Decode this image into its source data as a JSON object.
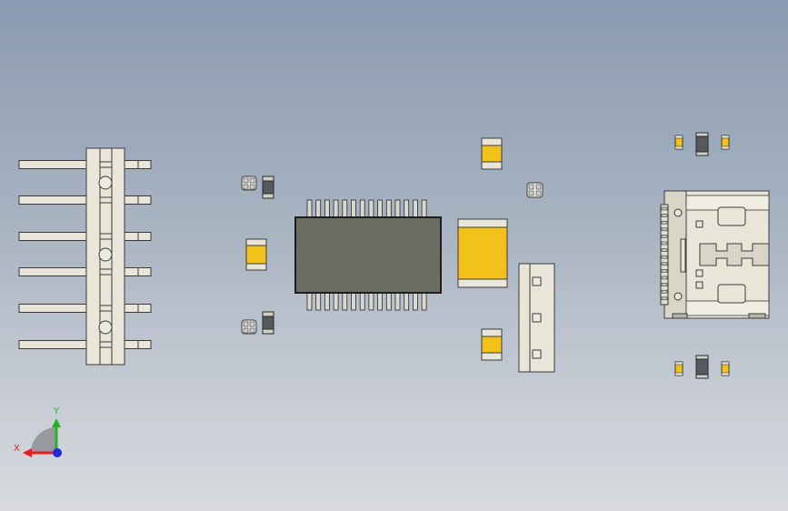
{
  "colors": {
    "background_top": "#8a9ab0",
    "background_bottom": "#d7d9dd",
    "plastic": "#e9e6d9",
    "outline": "#3a3a3a",
    "ic_body": "#6b6d63",
    "pin": "#d8d8d0",
    "tantalum": "#f2c21a",
    "resistor": "#565a5e",
    "axis_x": "#e0201a",
    "axis_y": "#22b422",
    "axis_z": "#1e2ad8"
  },
  "triad": {
    "x_label": "X",
    "y_label": "Y"
  },
  "components": {
    "pin_header": "pin-header-6",
    "soic_ic": "ssop-28-ic",
    "usb_connector": "usb-type-c-connector"
  }
}
